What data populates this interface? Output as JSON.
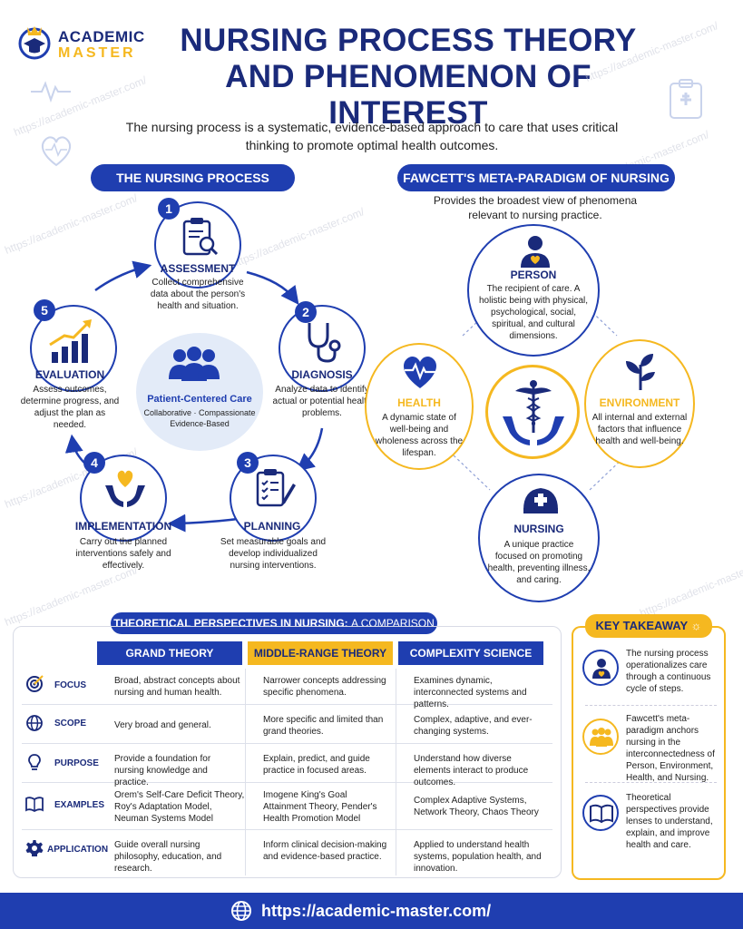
{
  "brand": {
    "line1": "ACADEMIC",
    "line2": "MASTER"
  },
  "title": {
    "line1": "NURSING PROCESS THEORY",
    "line2": "AND PHENOMENON OF INTEREST"
  },
  "subtitle": "The nursing process is a systematic, evidence-based approach to care that uses critical thinking to promote optimal health outcomes.",
  "watermark": "https://academic-master.com/",
  "process": {
    "heading": "THE NURSING PROCESS",
    "center": {
      "title": "Patient-Centered Care",
      "line1": "Collaborative · Compassionate",
      "line2": "Evidence-Based"
    },
    "steps": [
      {
        "num": "1",
        "title": "ASSESSMENT",
        "desc": "Collect comprehensive data about the person's health and situation."
      },
      {
        "num": "2",
        "title": "DIAGNOSIS",
        "desc": "Analyze data to identify actual or potential health problems."
      },
      {
        "num": "3",
        "title": "PLANNING",
        "desc": "Set measurable goals and develop individualized nursing interventions."
      },
      {
        "num": "4",
        "title": "IMPLEMENTATION",
        "desc": "Carry out the planned interventions safely and effectively."
      },
      {
        "num": "5",
        "title": "EVALUATION",
        "desc": "Assess outcomes, determine progress, and adjust the plan as needed."
      }
    ]
  },
  "metaparadigm": {
    "heading": "FAWCETT'S META-PARADIGM OF NURSING",
    "intro": "Provides the broadest view of phenomena relevant to nursing practice.",
    "person": {
      "title": "PERSON",
      "desc": "The recipient of care. A holistic being with physical, psychological, social, spiritual, and cultural dimensions."
    },
    "health": {
      "title": "HEALTH",
      "desc": "A dynamic state of well-being and wholeness across the lifespan."
    },
    "environment": {
      "title": "ENVIRONMENT",
      "desc": "All internal and external factors that influence health and well-being."
    },
    "nursing": {
      "title": "NURSING",
      "desc": "A unique practice focused on promoting health, preventing illness, and caring."
    }
  },
  "comparison": {
    "heading_bold": "THEORETICAL PERSPECTIVES IN NURSING:",
    "heading_rest": "A COMPARISON",
    "columns": [
      "GRAND THEORY",
      "MIDDLE-RANGE THEORY",
      "COMPLEXITY SCIENCE"
    ],
    "rows": [
      {
        "label": "FOCUS",
        "cells": [
          "Broad, abstract concepts about nursing and human health.",
          "Narrower concepts addressing specific phenomena.",
          "Examines dynamic, interconnected systems and patterns."
        ]
      },
      {
        "label": "SCOPE",
        "cells": [
          "Very broad and general.",
          "More specific and limited than grand theories.",
          "Complex, adaptive, and ever-changing systems."
        ]
      },
      {
        "label": "PURPOSE",
        "cells": [
          "Provide a foundation for nursing knowledge and practice.",
          "Explain, predict, and guide practice in focused areas.",
          "Understand how diverse elements interact to produce outcomes."
        ]
      },
      {
        "label": "EXAMPLES",
        "cells": [
          "Orem's Self-Care Deficit Theory, Roy's Adaptation Model, Neuman Systems Model",
          "Imogene King's Goal Attainment Theory, Pender's Health Promotion Model",
          "Complex Adaptive Systems, Network Theory, Chaos Theory"
        ]
      },
      {
        "label": "APPLICATION",
        "cells": [
          "Guide overall nursing philosophy, education, and research.",
          "Inform clinical decision-making and evidence-based practice.",
          "Applied to understand health systems, population health, and innovation."
        ]
      }
    ]
  },
  "takeaway": {
    "heading": "KEY TAKEAWAY",
    "items": [
      "The nursing process operationalizes care through a continuous cycle of steps.",
      "Fawcett's meta-paradigm anchors nursing in the interconnectedness of Person, Environment, Health, and Nursing.",
      "Theoretical perspectives provide lenses to understand, explain, and improve health and care."
    ]
  },
  "footer": {
    "url": "https://academic-master.com/"
  },
  "colors": {
    "navy": "#1a2a7a",
    "blue": "#1f3eb0",
    "gold": "#f5b820"
  }
}
